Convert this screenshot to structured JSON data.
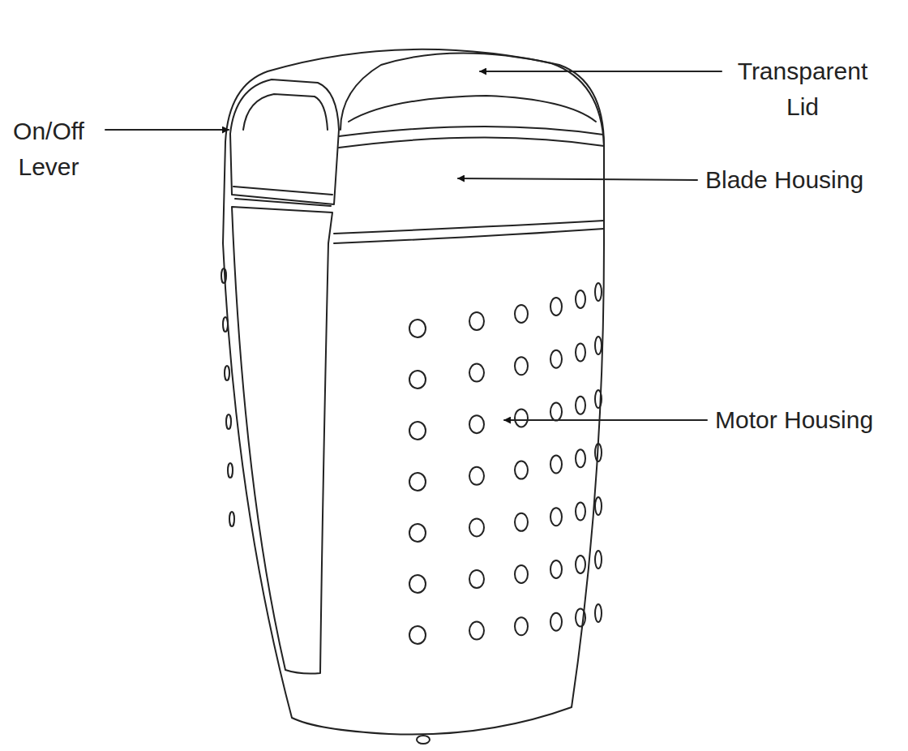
{
  "diagram": {
    "labels": [
      "On/Off Lever",
      "Transparent Lid",
      "Blade Housing",
      "Motor Housing"
    ]
  }
}
